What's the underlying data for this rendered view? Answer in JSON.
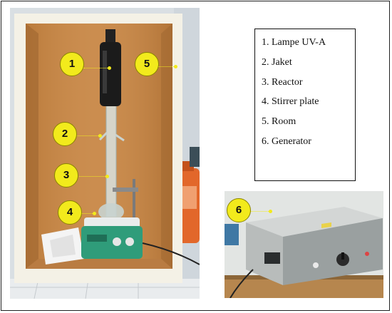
{
  "legend": {
    "items": [
      {
        "number": "1",
        "label": "1. Lampe UV-A"
      },
      {
        "number": "2",
        "label": "2. Jaket"
      },
      {
        "number": "3",
        "label": "3. Reactor"
      },
      {
        "number": "4",
        "label": "4. Stirrer plate"
      },
      {
        "number": "5",
        "label": "5. Room"
      },
      {
        "number": "6",
        "label": "6. Generator"
      }
    ]
  },
  "markers": {
    "m1": "1",
    "m2": "2",
    "m3": "3",
    "m4": "4",
    "m5": "5",
    "m6": "6"
  },
  "colors": {
    "marker_fill": "#f2ea1c",
    "cabinet_wood": "#c98a4c",
    "cabinet_frame": "#f4f1e6",
    "stirrer_body": "#2f9c7a",
    "bottle_orange": "#e2672a",
    "generator_body": "#9aa0a0"
  }
}
